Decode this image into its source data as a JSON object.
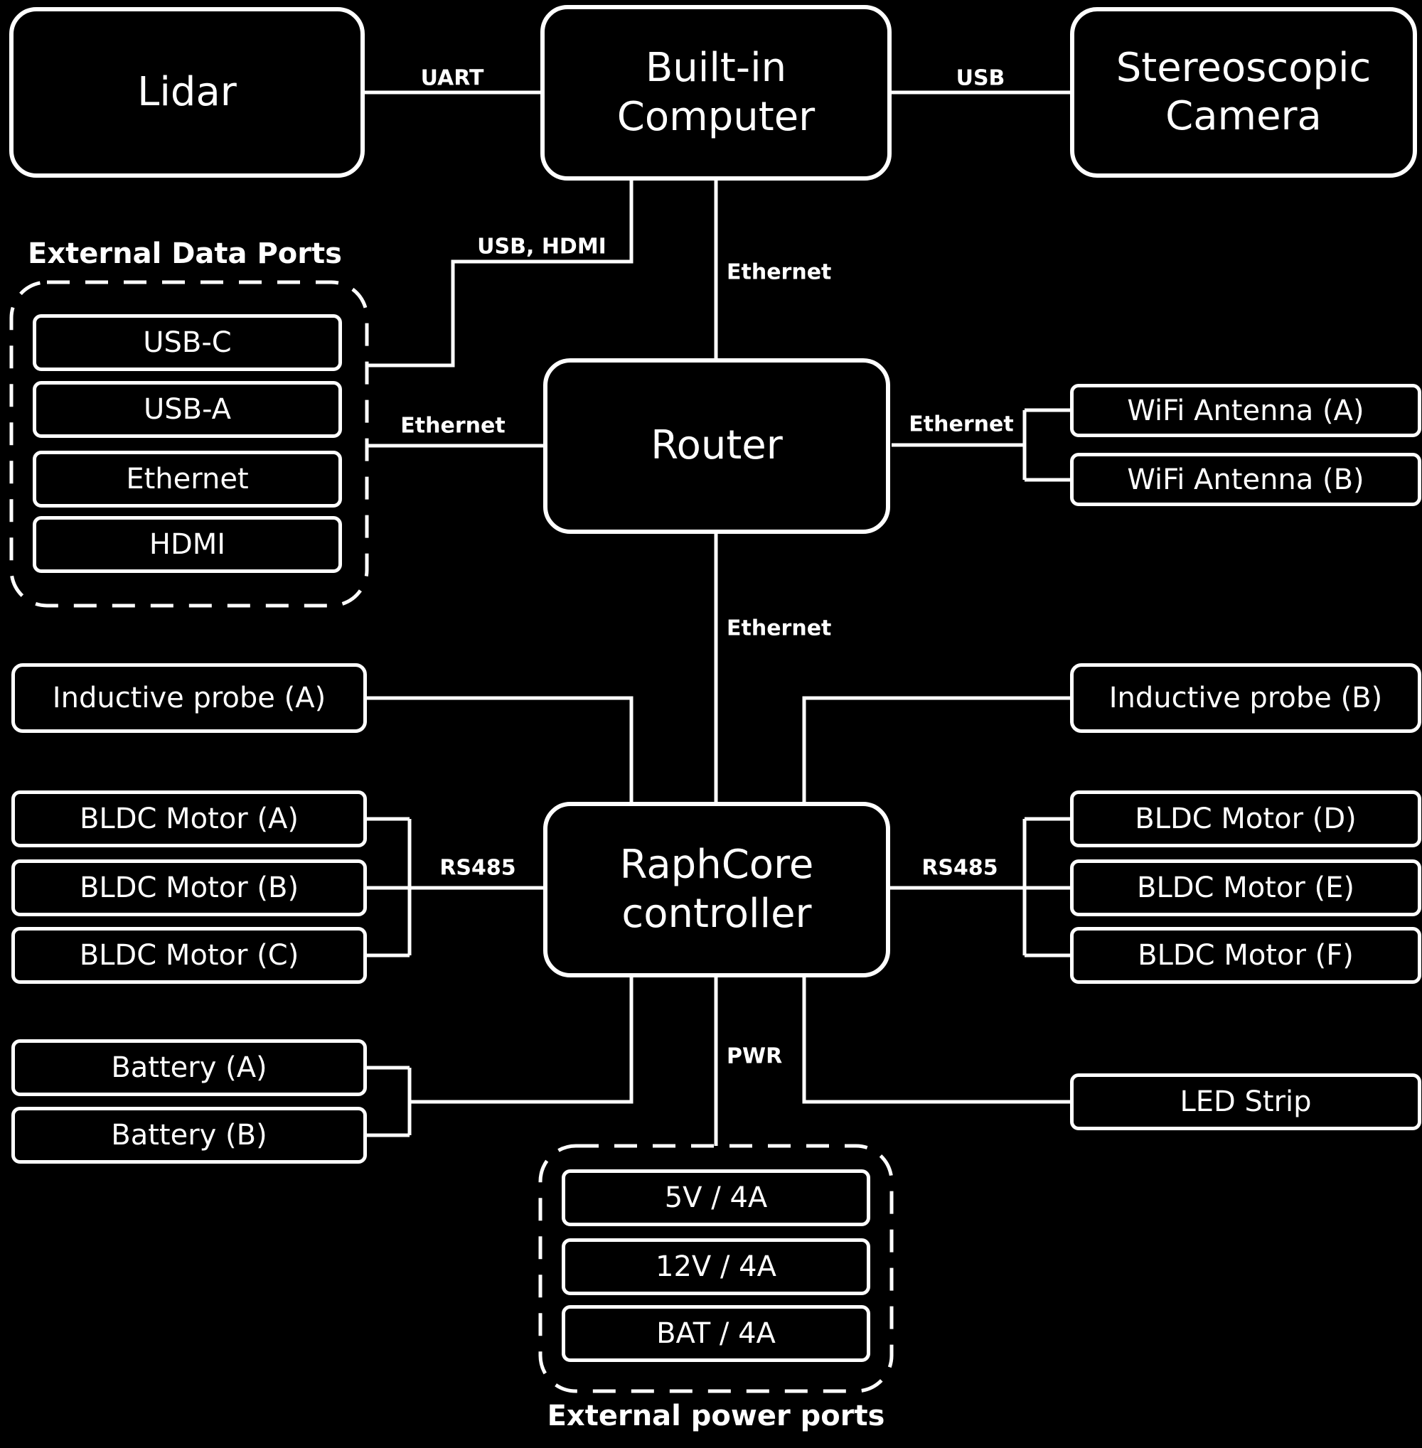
{
  "colors": {
    "background": "#000000",
    "stroke": "#ffffff",
    "text": "#ffffff"
  },
  "nodes": {
    "lidar": "Lidar",
    "built_in_computer": "Built-in Computer",
    "stereoscopic_camera": "Stereoscopic Camera",
    "router": "Router",
    "raphcore_controller": "RaphCore controller",
    "wifi_antenna_a": "WiFi Antenna (A)",
    "wifi_antenna_b": "WiFi Antenna (B)",
    "inductive_probe_a": "Inductive probe (A)",
    "inductive_probe_b": "Inductive probe (B)",
    "bldc_motor_a": "BLDC Motor (A)",
    "bldc_motor_b": "BLDC Motor (B)",
    "bldc_motor_c": "BLDC Motor (C)",
    "bldc_motor_d": "BLDC Motor (D)",
    "bldc_motor_e": "BLDC Motor (E)",
    "bldc_motor_f": "BLDC Motor (F)",
    "battery_a": "Battery (A)",
    "battery_b": "Battery (B)",
    "led_strip": "LED Strip"
  },
  "groups": {
    "data_ports": {
      "title": "External Data Ports",
      "ports": [
        "USB-C",
        "USB-A",
        "Ethernet",
        "HDMI"
      ]
    },
    "power_ports": {
      "title": "External power ports",
      "ports": [
        "5V / 4A",
        "12V / 4A",
        "BAT / 4A"
      ]
    }
  },
  "edges": {
    "uart": "UART",
    "usb": "USB",
    "usb_hdmi": "USB, HDMI",
    "ethernet_computer_router": "Ethernet",
    "ethernet_ports_router": "Ethernet",
    "ethernet_router_wifi": "Ethernet",
    "ethernet_router_raphcore": "Ethernet",
    "rs485_left": "RS485",
    "rs485_right": "RS485",
    "pwr": "PWR"
  }
}
